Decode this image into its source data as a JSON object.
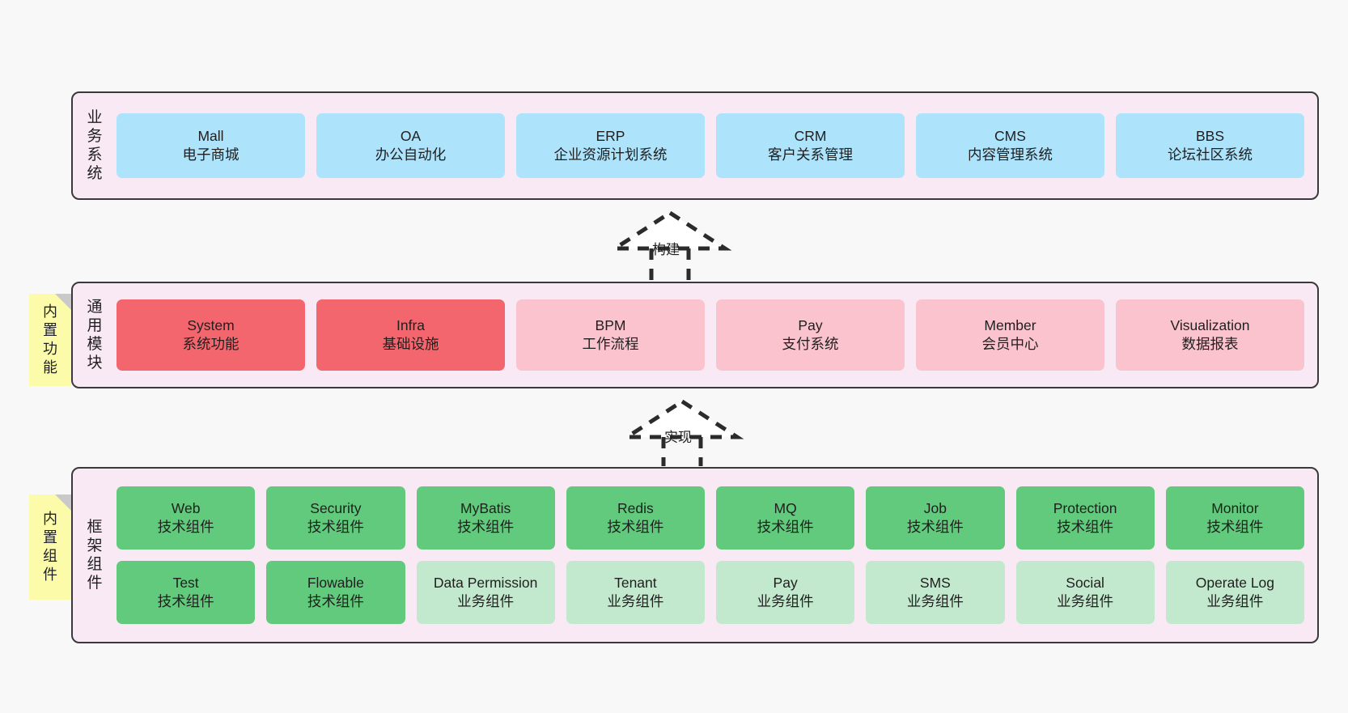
{
  "canvas": {
    "background": "#f8f8f8",
    "panel_fill": "#f8e9f4",
    "panel_border": "#3a3a3a",
    "sticky_fill": "#fbfbaa",
    "sticky_fold": "#c9c9c9"
  },
  "layers": [
    {
      "id": "business-system",
      "title_chars": [
        "业",
        "务",
        "系",
        "统"
      ],
      "cards": [
        {
          "en": "Mall",
          "cn": "电子商城",
          "color": "#ade3fb"
        },
        {
          "en": "OA",
          "cn": "办公自动化",
          "color": "#ade3fb"
        },
        {
          "en": "ERP",
          "cn": "企业资源计划系统",
          "color": "#ade3fb"
        },
        {
          "en": "CRM",
          "cn": "客户关系管理",
          "color": "#ade3fb"
        },
        {
          "en": "CMS",
          "cn": "内容管理系统",
          "color": "#ade3fb"
        },
        {
          "en": "BBS",
          "cn": "论坛社区系统",
          "color": "#ade3fb"
        }
      ]
    },
    {
      "id": "common-module",
      "title_chars": [
        "通",
        "用",
        "模",
        "块"
      ],
      "sticky": {
        "chars": [
          "内",
          "置",
          "功",
          "能"
        ]
      },
      "cards": [
        {
          "en": "System",
          "cn": "系统功能",
          "color": "#f4666e"
        },
        {
          "en": "Infra",
          "cn": "基础设施",
          "color": "#f4666e"
        },
        {
          "en": "BPM",
          "cn": "工作流程",
          "color": "#fbc3cd"
        },
        {
          "en": "Pay",
          "cn": "支付系统",
          "color": "#fbc3cd"
        },
        {
          "en": "Member",
          "cn": "会员中心",
          "color": "#fbc3cd"
        },
        {
          "en": "Visualization",
          "cn": "数据报表",
          "color": "#fbc3cd"
        }
      ]
    },
    {
      "id": "framework-component",
      "title_chars": [
        "框",
        "架",
        "组",
        "件"
      ],
      "sticky": {
        "chars": [
          "内",
          "置",
          "组",
          "件"
        ]
      },
      "row_top": [
        {
          "en": "Web",
          "cn": "技术组件",
          "color": "#62ca7c"
        },
        {
          "en": "Security",
          "cn": "技术组件",
          "color": "#62ca7c"
        },
        {
          "en": "MyBatis",
          "cn": "技术组件",
          "color": "#62ca7c"
        },
        {
          "en": "Redis",
          "cn": "技术组件",
          "color": "#62ca7c"
        },
        {
          "en": "MQ",
          "cn": "技术组件",
          "color": "#62ca7c"
        },
        {
          "en": "Job",
          "cn": "技术组件",
          "color": "#62ca7c"
        },
        {
          "en": "Protection",
          "cn": "技术组件",
          "color": "#62ca7c"
        },
        {
          "en": "Monitor",
          "cn": "技术组件",
          "color": "#62ca7c"
        }
      ],
      "row_bottom": [
        {
          "en": "Test",
          "cn": "技术组件",
          "color": "#62ca7c"
        },
        {
          "en": "Flowable",
          "cn": "技术组件",
          "color": "#62ca7c"
        },
        {
          "en": "Data Permission",
          "cn": "业务组件",
          "color": "#c2e9cd"
        },
        {
          "en": "Tenant",
          "cn": "业务组件",
          "color": "#c2e9cd"
        },
        {
          "en": "Pay",
          "cn": "业务组件",
          "color": "#c2e9cd"
        },
        {
          "en": "SMS",
          "cn": "业务组件",
          "color": "#c2e9cd"
        },
        {
          "en": "Social",
          "cn": "业务组件",
          "color": "#c2e9cd"
        },
        {
          "en": "Operate Log",
          "cn": "业务组件",
          "color": "#c2e9cd"
        }
      ]
    }
  ],
  "connectors": [
    {
      "id": "build",
      "label": "构建",
      "style": "dashed-generalization",
      "direction": "up"
    },
    {
      "id": "implement",
      "label": "实现",
      "style": "dashed-generalization",
      "direction": "up"
    }
  ]
}
